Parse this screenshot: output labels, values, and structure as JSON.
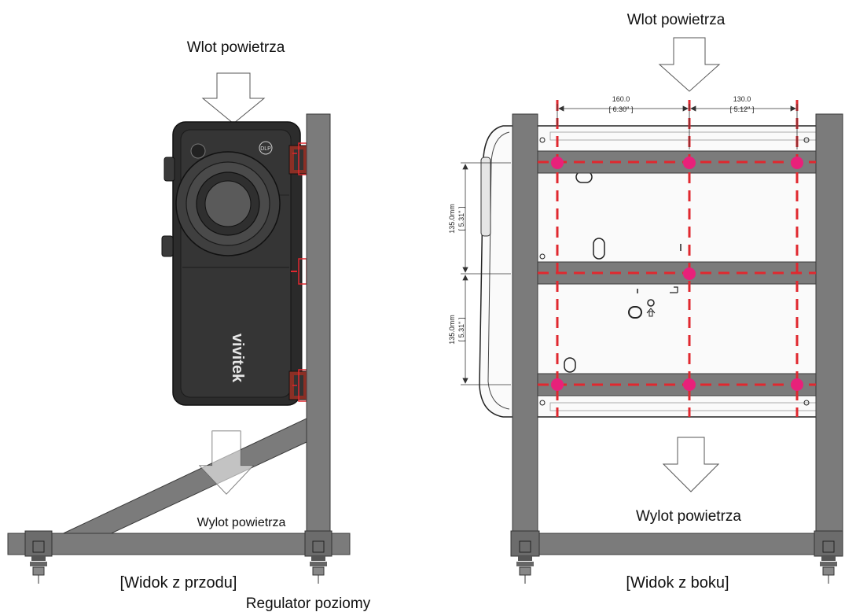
{
  "front_view": {
    "air_inlet_label": "Wlot powietrza",
    "air_outlet_label": "Wylot powietrza",
    "view_caption": "[Widok z przodu]",
    "leveler_label": "Regulator poziomy",
    "brand_logo": "vivitek",
    "dlp_badge": "DLP"
  },
  "side_view": {
    "air_inlet_label": "Wlot powietrza",
    "air_outlet_label": "Wylot powietrza",
    "view_caption": "[Widok z boku]",
    "dim_top_left": {
      "mm": "160.0",
      "inch": "[ 6.30\" ]"
    },
    "dim_top_right": {
      "mm": "130.0",
      "inch": "[ 5.12\" ]"
    },
    "dim_left_upper": {
      "mm": "135.0mm",
      "inch": "[ 5.31\" ]"
    },
    "dim_left_lower": {
      "mm": "135.0mm",
      "inch": "[ 5.31\" ]"
    }
  },
  "colors": {
    "frame_fill": "#7b7b7b",
    "frame_stroke": "#3a3a3a",
    "guide_red": "#e0282f",
    "mount_point": "#e8217a",
    "projector_dark": "#2b2b2b"
  }
}
